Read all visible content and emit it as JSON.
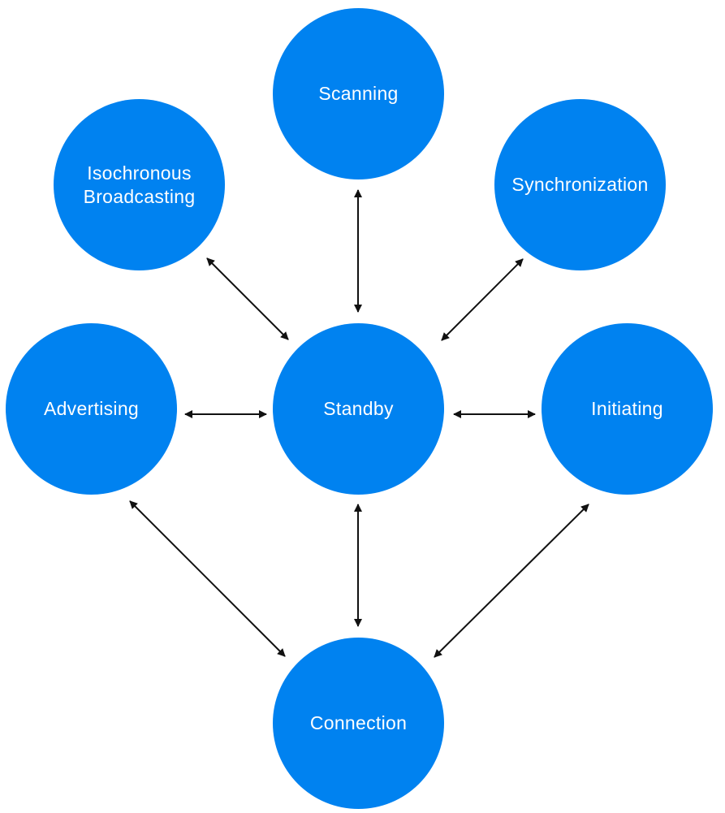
{
  "colors": {
    "node_fill": "#0082F0",
    "node_text": "#FFFFFF",
    "arrow": "#111111"
  },
  "nodes": {
    "scanning": {
      "label": "Scanning"
    },
    "isochronous_broadcasting": {
      "label": "Isochronous\nBroadcasting"
    },
    "synchronization": {
      "label": "Synchronization"
    },
    "advertising": {
      "label": "Advertising"
    },
    "standby": {
      "label": "Standby"
    },
    "initiating": {
      "label": "Initiating"
    },
    "connection": {
      "label": "Connection"
    }
  },
  "edges": [
    {
      "from": "standby",
      "to": "scanning",
      "bidirectional": true
    },
    {
      "from": "standby",
      "to": "isochronous_broadcasting",
      "bidirectional": true
    },
    {
      "from": "standby",
      "to": "synchronization",
      "bidirectional": true
    },
    {
      "from": "standby",
      "to": "advertising",
      "bidirectional": true
    },
    {
      "from": "standby",
      "to": "initiating",
      "bidirectional": true
    },
    {
      "from": "standby",
      "to": "connection",
      "bidirectional": true
    },
    {
      "from": "advertising",
      "to": "connection",
      "bidirectional": true
    },
    {
      "from": "initiating",
      "to": "connection",
      "bidirectional": true
    }
  ]
}
